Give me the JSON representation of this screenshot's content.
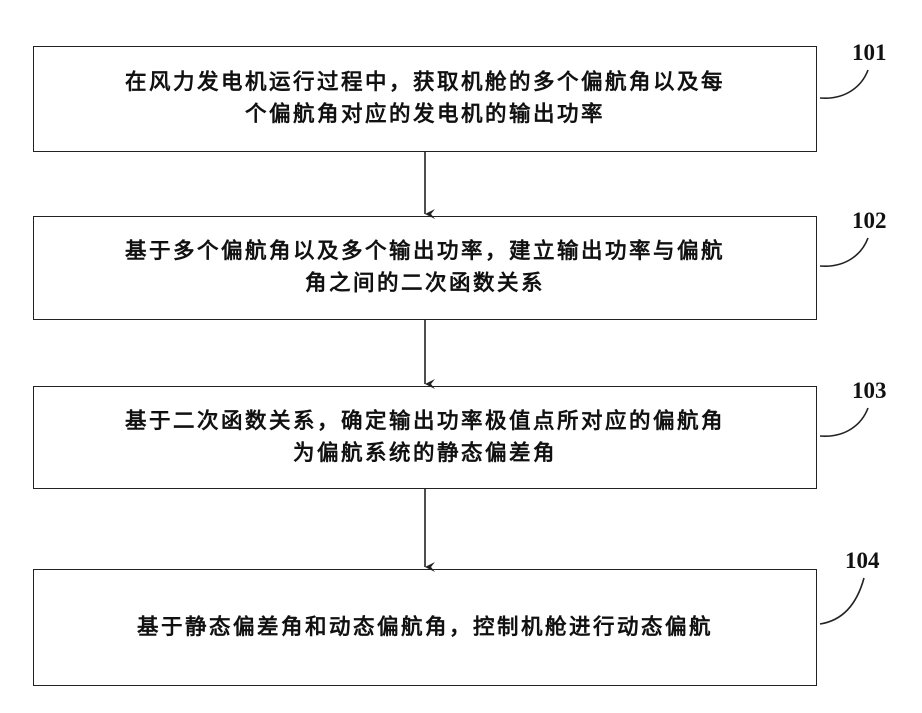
{
  "steps": [
    {
      "number": "101",
      "line1": "在风力发电机运行过程中，获取机舱的多个偏航角以及每",
      "line2": "个偏航角对应的发电机的输出功率"
    },
    {
      "number": "102",
      "line1": "基于多个偏航角以及多个输出功率，建立输出功率与偏航",
      "line2": "角之间的二次函数关系"
    },
    {
      "number": "103",
      "line1": "基于二次函数关系，确定输出功率极值点所对应的偏航角",
      "line2": "为偏航系统的静态偏差角"
    },
    {
      "number": "104",
      "line1": "基于静态偏差角和动态偏航角，控制机舱进行动态偏航",
      "line2": ""
    }
  ],
  "colors": {
    "stroke": "#222222",
    "text": "#111111",
    "background": "#ffffff"
  }
}
